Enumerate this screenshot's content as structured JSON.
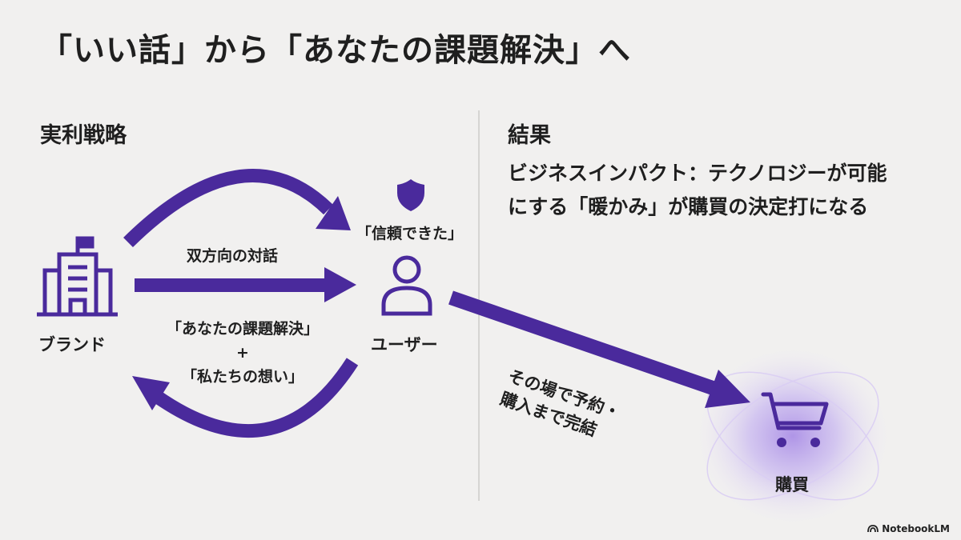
{
  "title": "「いい話」から「あなたの課題解決」へ",
  "left_section": {
    "heading": "実利戦略",
    "brand_label": "ブランド",
    "user_label": "ユーザー",
    "trust_label": "「信頼できた」",
    "top_arrow_label": "双方向の対話",
    "bottom_label_line1": "「あなたの課題解決」",
    "bottom_label_plus": "+",
    "bottom_label_line2": "「私たちの想い」"
  },
  "right_section": {
    "heading": "結果",
    "line1": "ビジネスインパクト：テクノロジーが可能",
    "line2": "にする「暖かみ」が購買の決定打になる",
    "diag_line1": "その場で予約・",
    "diag_line2": "購入まで完結",
    "purchase_label": "購買"
  },
  "footer": {
    "brand": "NotebookLM"
  },
  "colors": {
    "accent": "#4a2a9c",
    "glow": "#c9b8f0",
    "background": "#f1f0ef"
  },
  "icons": [
    "building-icon",
    "shield-icon",
    "user-icon",
    "cart-icon",
    "notebooklm-logo-icon"
  ]
}
